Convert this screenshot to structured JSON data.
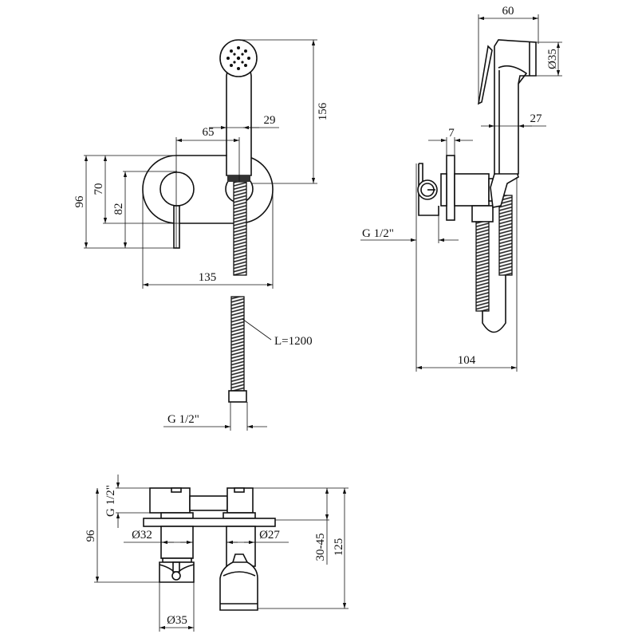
{
  "title": "Hygienic shower set dimensional drawing",
  "colors": {
    "line": "#111111",
    "background": "#ffffff"
  },
  "front_view": {
    "dim_height_head": "156",
    "dim_handle_width": "29",
    "dim_axis_distance": "65",
    "dim_total_height": "96",
    "dim_plate_height": "70",
    "dim_lever_height": "82",
    "dim_plate_width": "135"
  },
  "hose_view": {
    "length_label": "L=1200",
    "thread_label": "G 1/2\""
  },
  "side_view": {
    "dim_head_length": "60",
    "dim_head_diameter": "Ø35",
    "dim_handle_depth": "27",
    "dim_plate_thickness": "7",
    "thread_label": "G 1/2\"",
    "dim_total_depth": "104"
  },
  "top_view": {
    "thread_label": "G 1/2\"",
    "dim_depth": "96",
    "dim_cartridge_diameter": "Ø32",
    "dim_outlet_diameter": "Ø27",
    "dim_wall_range": "30-45",
    "dim_total_depth": "125",
    "dim_knob_diameter": "Ø35"
  }
}
